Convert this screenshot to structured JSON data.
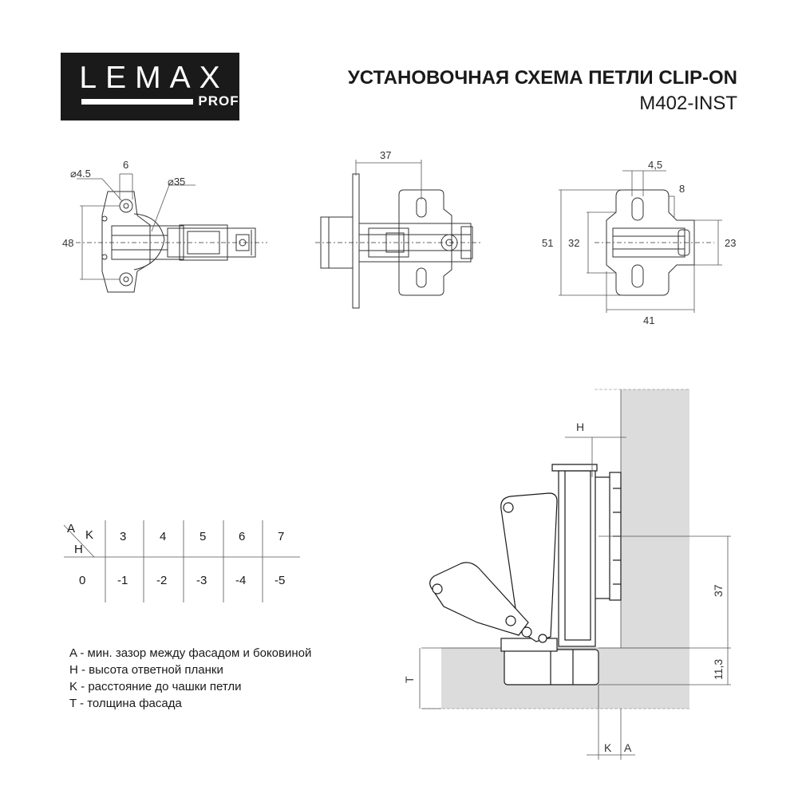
{
  "logo": {
    "word": "LEMAX",
    "sub": "PROF"
  },
  "header": {
    "title": "УСТАНОВОЧНАЯ СХЕМА ПЕТЛИ CLIP-ON",
    "model": "M402-INST"
  },
  "views": {
    "top_left": {
      "dim_d45": "⌀4.5",
      "dim_6": "6",
      "dim_d35": "⌀35",
      "dim_48": "48"
    },
    "top_middle": {
      "dim_37": "37"
    },
    "top_right": {
      "dim_45": "4,5",
      "dim_8": "8",
      "dim_51": "51",
      "dim_32": "32",
      "dim_23": "23",
      "dim_41": "41"
    }
  },
  "section": {
    "label_h": "H",
    "dim_37": "37",
    "dim_113": "11,3",
    "label_t": "T",
    "label_k": "K",
    "label_a": "A"
  },
  "table": {
    "corner_a": "A",
    "corner_k": "K",
    "corner_h": "H",
    "k_values": [
      "3",
      "4",
      "5",
      "6",
      "7"
    ],
    "h_value": "0",
    "a_values": [
      "-1",
      "-2",
      "-3",
      "-4",
      "-5"
    ]
  },
  "legend": [
    "A - мин. зазор между фасадом и боковиной",
    "H - высота ответной планки",
    "K - расстояние до чашки петли",
    "T - толщина фасада"
  ],
  "colors": {
    "ink": "#1a1a1a",
    "panel": "#dcdcdc",
    "line": "#555555"
  }
}
